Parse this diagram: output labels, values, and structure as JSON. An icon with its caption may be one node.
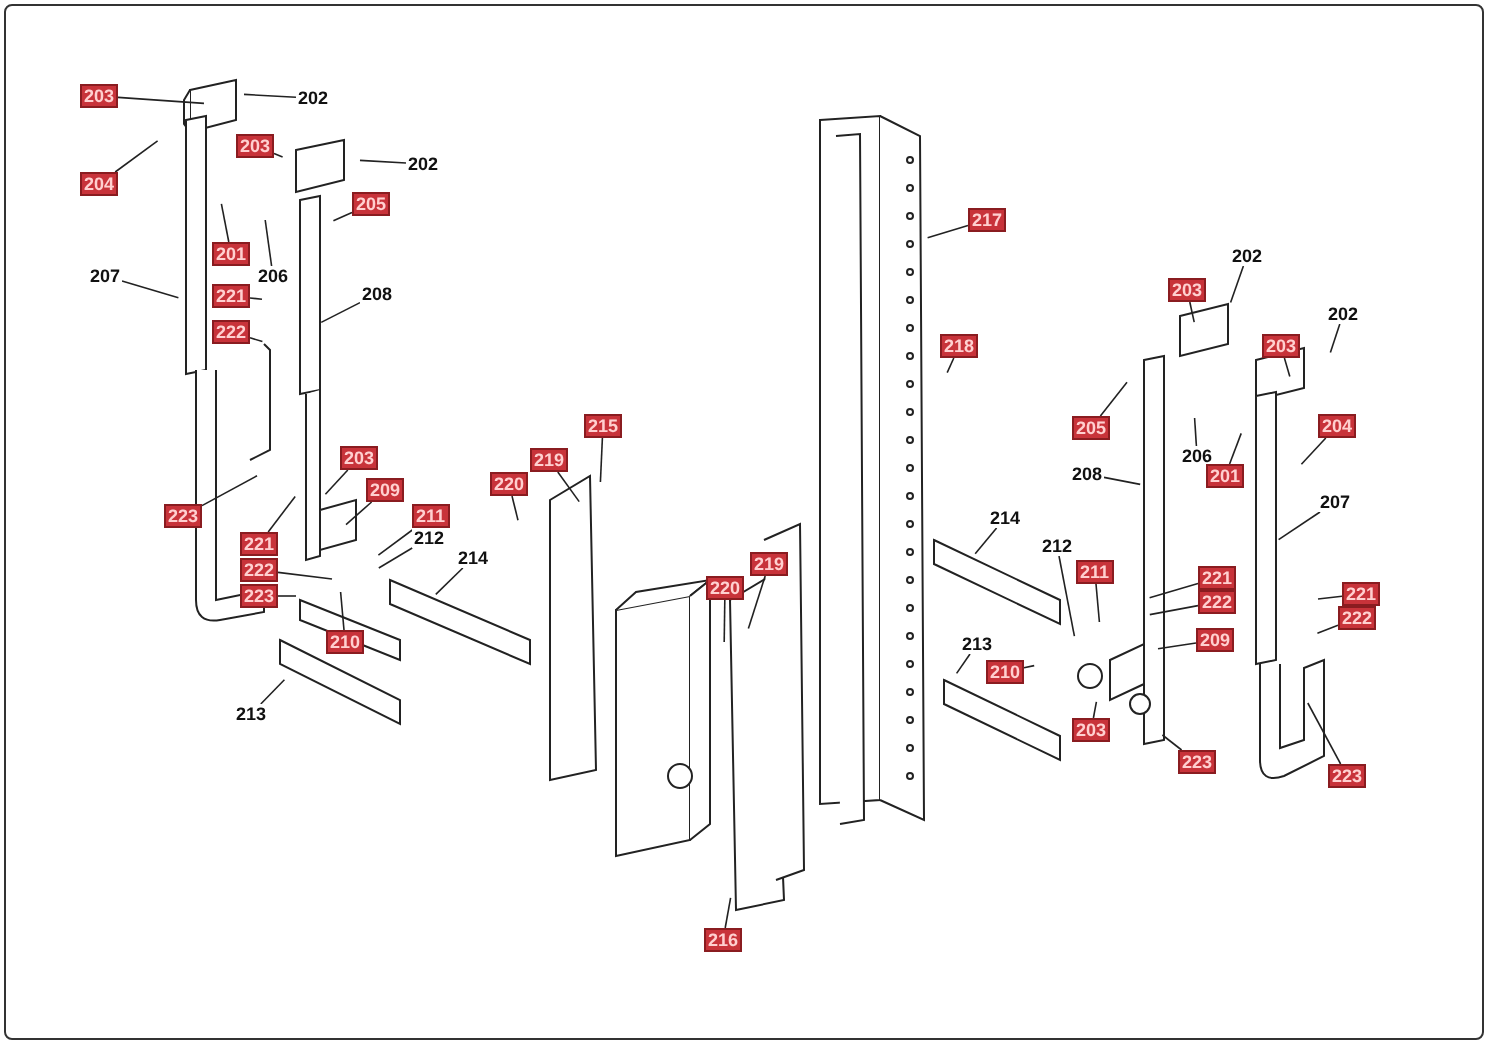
{
  "diagram": {
    "nodes": [
      {
        "text": [
          "203"
        ]
      },
      {
        "text": [
          "202"
        ]
      },
      {
        "text": [
          "204"
        ]
      },
      {
        "text": [
          "203"
        ]
      },
      {
        "text": [
          "202"
        ]
      },
      {
        "text": [
          "201"
        ]
      },
      {
        "text": [
          "206"
        ]
      },
      {
        "text": [
          "205"
        ]
      },
      {
        "text": [
          "207"
        ]
      },
      {
        "text": [
          "208"
        ]
      },
      {
        "text": [
          "221"
        ]
      },
      {
        "text": [
          "222"
        ]
      },
      {
        "text": [
          "223"
        ]
      },
      {
        "text": [
          "203"
        ]
      },
      {
        "text": [
          "221"
        ]
      },
      {
        "text": [
          "209"
        ]
      },
      {
        "text": [
          "211"
        ]
      },
      {
        "text": [
          "212"
        ]
      },
      {
        "text": [
          "222"
        ]
      },
      {
        "text": [
          "223"
        ]
      },
      {
        "text": [
          "210"
        ]
      },
      {
        "text": [
          "214"
        ]
      },
      {
        "text": [
          "213"
        ]
      },
      {
        "text": [
          "217"
        ]
      },
      {
        "text": [
          "218"
        ]
      },
      {
        "text": [
          "215"
        ]
      },
      {
        "text": [
          "219"
        ]
      },
      {
        "text": [
          "220"
        ]
      },
      {
        "text": [
          "214"
        ]
      },
      {
        "text": [
          "219"
        ]
      },
      {
        "text": [
          "220"
        ]
      },
      {
        "text": [
          "216"
        ]
      },
      {
        "text": [
          "202"
        ]
      },
      {
        "text": [
          "203"
        ]
      },
      {
        "text": [
          "202"
        ]
      },
      {
        "text": [
          "203"
        ]
      },
      {
        "text": [
          "205"
        ]
      },
      {
        "text": [
          "204"
        ]
      },
      {
        "text": [
          "206"
        ]
      },
      {
        "text": [
          "201"
        ]
      },
      {
        "text": [
          "208"
        ]
      },
      {
        "text": [
          "207"
        ]
      },
      {
        "text": [
          "212"
        ]
      },
      {
        "text": [
          "211"
        ]
      },
      {
        "text": [
          "221"
        ]
      },
      {
        "text": [
          "222"
        ]
      },
      {
        "text": [
          "221"
        ]
      },
      {
        "text": [
          "222"
        ]
      },
      {
        "text": [
          "213"
        ]
      },
      {
        "text": [
          "209"
        ]
      },
      {
        "text": [
          "210"
        ]
      },
      {
        "text": [
          "203"
        ]
      },
      {
        "text": [
          "223"
        ]
      },
      {
        "text": [
          "223"
        ]
      }
    ],
    "edges": [
      {
        "from": 0,
        "to": null,
        "arrow": "none"
      },
      {
        "from": 1,
        "to": null,
        "arrow": "none"
      },
      {
        "from": 2,
        "to": null,
        "arrow": "none"
      },
      {
        "from": 3,
        "to": null,
        "arrow": "none"
      },
      {
        "from": 4,
        "to": null,
        "arrow": "none"
      },
      {
        "from": 5,
        "to": null,
        "arrow": "none"
      },
      {
        "from": 6,
        "to": null,
        "arrow": "none"
      },
      {
        "from": 7,
        "to": null,
        "arrow": "none"
      },
      {
        "from": 8,
        "to": null,
        "arrow": "none"
      },
      {
        "from": 9,
        "to": null,
        "arrow": "none"
      },
      {
        "from": 10,
        "to": null,
        "arrow": "none"
      },
      {
        "from": 11,
        "to": null,
        "arrow": "none"
      },
      {
        "from": 12,
        "to": null,
        "arrow": "none"
      },
      {
        "from": 13,
        "to": null,
        "arrow": "none"
      },
      {
        "from": 14,
        "to": null,
        "arrow": "none"
      },
      {
        "from": 15,
        "to": null,
        "arrow": "none"
      },
      {
        "from": 16,
        "to": null,
        "arrow": "none"
      },
      {
        "from": 17,
        "to": null,
        "arrow": "none"
      },
      {
        "from": 18,
        "to": null,
        "arrow": "none"
      },
      {
        "from": 19,
        "to": null,
        "arrow": "none"
      },
      {
        "from": 20,
        "to": null,
        "arrow": "none"
      },
      {
        "from": 21,
        "to": null,
        "arrow": "none"
      },
      {
        "from": 22,
        "to": null,
        "arrow": "none"
      },
      {
        "from": 23,
        "to": null,
        "arrow": "none"
      },
      {
        "from": 24,
        "to": null,
        "arrow": "none"
      },
      {
        "from": 25,
        "to": null,
        "arrow": "none"
      },
      {
        "from": 26,
        "to": null,
        "arrow": "none"
      },
      {
        "from": 27,
        "to": null,
        "arrow": "none"
      },
      {
        "from": 28,
        "to": null,
        "arrow": "none"
      },
      {
        "from": 29,
        "to": null,
        "arrow": "none"
      },
      {
        "from": 30,
        "to": null,
        "arrow": "none"
      },
      {
        "from": 31,
        "to": null,
        "arrow": "none"
      },
      {
        "from": 32,
        "to": null,
        "arrow": "none"
      },
      {
        "from": 33,
        "to": null,
        "arrow": "none"
      },
      {
        "from": 34,
        "to": null,
        "arrow": "none"
      },
      {
        "from": 35,
        "to": null,
        "arrow": "none"
      },
      {
        "from": 36,
        "to": null,
        "arrow": "none"
      },
      {
        "from": 37,
        "to": null,
        "arrow": "none"
      },
      {
        "from": 38,
        "to": null,
        "arrow": "none"
      },
      {
        "from": 39,
        "to": null,
        "arrow": "none"
      },
      {
        "from": 40,
        "to": null,
        "arrow": "none"
      },
      {
        "from": 41,
        "to": null,
        "arrow": "none"
      },
      {
        "from": 42,
        "to": null,
        "arrow": "none"
      },
      {
        "from": 43,
        "to": null,
        "arrow": "none"
      },
      {
        "from": 44,
        "to": null,
        "arrow": "none"
      },
      {
        "from": 45,
        "to": null,
        "arrow": "none"
      },
      {
        "from": 46,
        "to": null,
        "arrow": "none"
      },
      {
        "from": 47,
        "to": null,
        "arrow": "none"
      },
      {
        "from": 48,
        "to": null,
        "arrow": "none"
      },
      {
        "from": 49,
        "to": null,
        "arrow": "none"
      },
      {
        "from": 50,
        "to": null,
        "arrow": "none"
      },
      {
        "from": 51,
        "to": null,
        "arrow": "none"
      },
      {
        "from": 52,
        "to": null,
        "arrow": "none"
      },
      {
        "from": 53,
        "to": null,
        "arrow": "none"
      }
    ]
  }
}
